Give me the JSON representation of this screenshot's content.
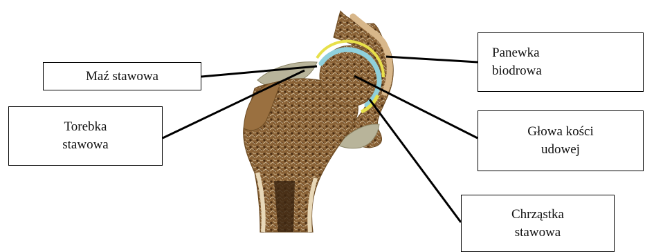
{
  "labels": {
    "maz": [
      "Maź stawowa"
    ],
    "torebka": [
      "Torebka",
      "stawowa"
    ],
    "panewka": [
      "Panewka",
      "biodrowa"
    ],
    "glowa": [
      "Głowa kości",
      "udowej"
    ],
    "chrzastka": [
      "Chrząstka",
      "stawowa"
    ]
  },
  "colors": {
    "bone_spongy": "#8a6236",
    "bone_dark": "#4a2e14",
    "cartilage_blue": "#8fd0dc",
    "synovial_yellow": "#e7e04a",
    "capsule_gray": "#b8b49a",
    "leader_line": "#000000"
  }
}
